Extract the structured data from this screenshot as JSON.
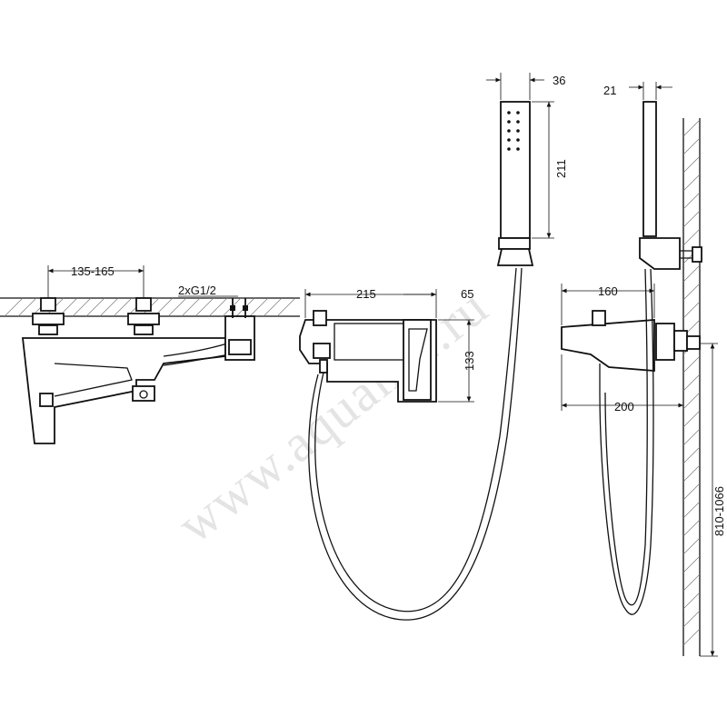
{
  "watermark": "www.aquamir.ru",
  "dimensions": {
    "spacing": "135-165",
    "connection": "2xG1/2",
    "body_length": "215",
    "lever_width": "65",
    "body_height": "133",
    "handshower_width": "36",
    "handshower_length": "211",
    "holder_depth": "21",
    "spout_length": "160",
    "projection": "200",
    "install_height": "810-1066"
  }
}
